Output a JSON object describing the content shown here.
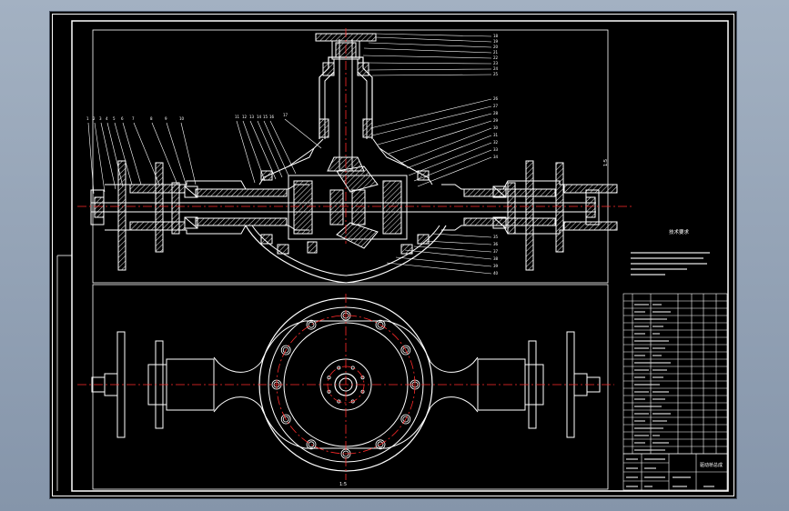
{
  "sheet": {
    "background": "#000000",
    "line_color": "#ffffff",
    "centerline_color": "#ff2a2a",
    "hatch_color": "#d8d8d8"
  },
  "drawing": {
    "tech_requirements_title": "技术要求",
    "scale_note": "1:5",
    "bottom_label": "1:5",
    "side_label": "1:5"
  },
  "title_block": {
    "school": "",
    "drawing_name": "驱动桥总成",
    "sheet_code": ""
  }
}
